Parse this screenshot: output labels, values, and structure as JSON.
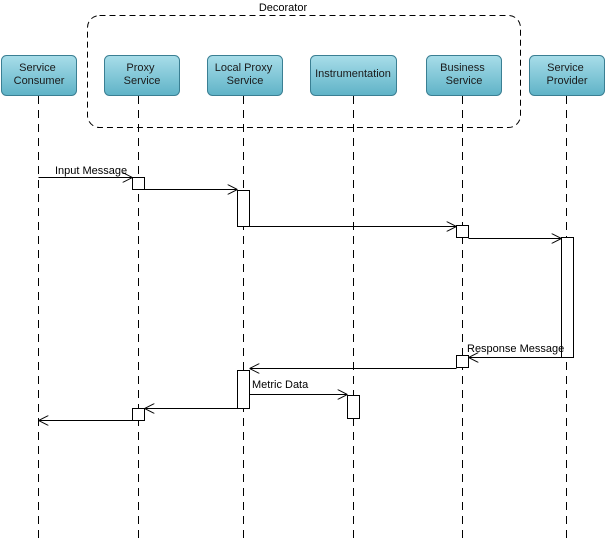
{
  "decorator": {
    "label": "Decorator"
  },
  "participants": [
    {
      "id": "service-consumer",
      "lines": [
        "Service",
        "Consumer"
      ]
    },
    {
      "id": "proxy-service",
      "lines": [
        "Proxy",
        "Service"
      ]
    },
    {
      "id": "local-proxy-service",
      "lines": [
        "Local Proxy",
        "Service"
      ]
    },
    {
      "id": "instrumentation",
      "lines": [
        "Instrumentation"
      ]
    },
    {
      "id": "business-service",
      "lines": [
        "Business",
        "Service"
      ]
    },
    {
      "id": "service-provider",
      "lines": [
        "Service",
        "Provider"
      ]
    }
  ],
  "messages": [
    {
      "id": "input-message",
      "label": "Input Message"
    },
    {
      "id": "response-message",
      "label": "Response Message"
    },
    {
      "id": "metric-data",
      "label": "Metric Data"
    }
  ],
  "colors": {
    "header_top": "#a8dde9",
    "header_bottom": "#5fb3c7",
    "header_border": "#3a7f93",
    "line": "#000000"
  }
}
